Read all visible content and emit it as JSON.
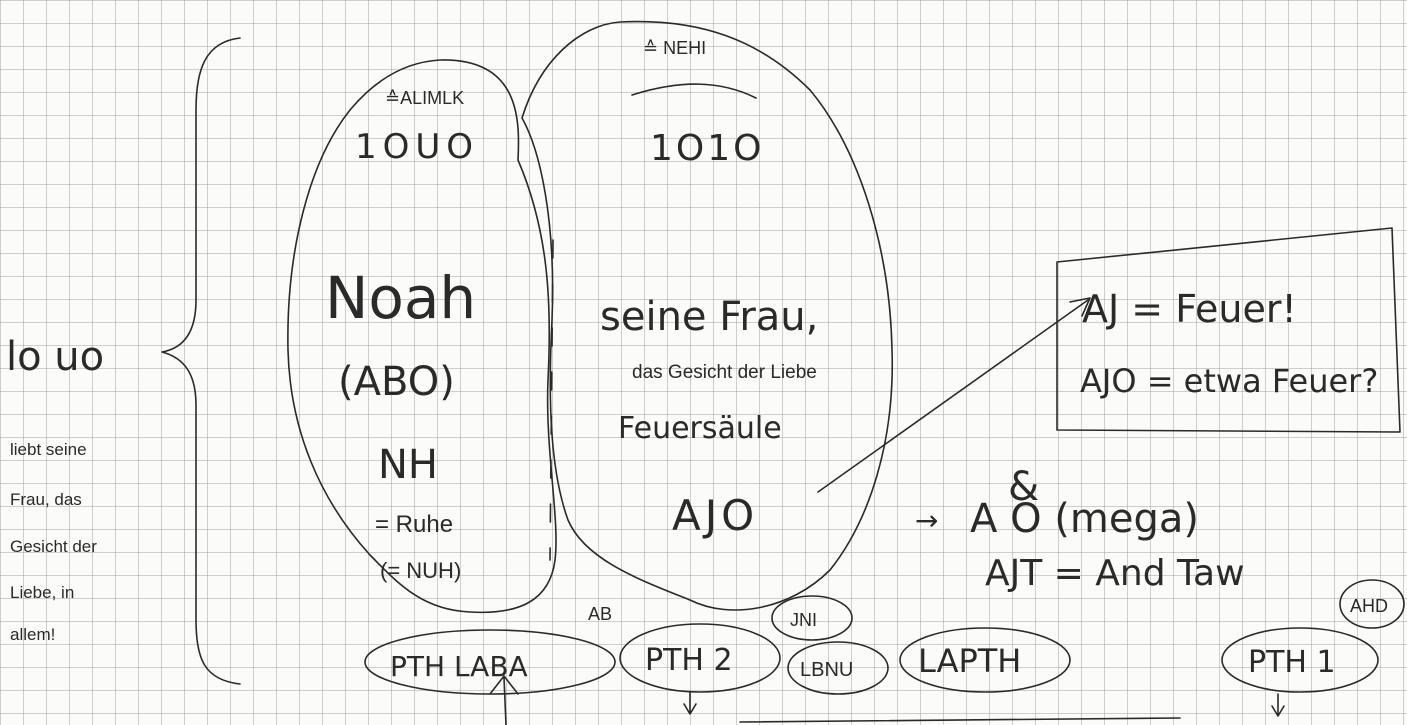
{
  "left_note": {
    "code": "lo uo",
    "lines": [
      "liebt seine",
      "Frau, das",
      "Gesicht der",
      "Liebe, in",
      "allem!"
    ]
  },
  "left_blob": {
    "tag": "≙ALIMLK",
    "code": "1OUO",
    "name": "Noah",
    "abbr": "(ABO)",
    "nh": "NH",
    "ruhe": "= Ruhe",
    "nuh": "(= NUH)"
  },
  "right_blob": {
    "tag": "≙ NEHI",
    "code": "1O1O",
    "line1": "seine Frau,",
    "line2": "das Gesicht der Liebe",
    "line3": "Feuersäule",
    "ajo": "AJO"
  },
  "box": {
    "line1": "AJ = Feuer!",
    "line2": "AJO = etwa Feuer?"
  },
  "right_notes": {
    "arrow": "→",
    "a_o": "A   O (mega)",
    "amp": "&",
    "ajt": "AJT = And Taw"
  },
  "bubbles": {
    "pth_laba": "PTH LABA",
    "ab": "AB",
    "pth2": "PTH 2",
    "jni": "JNI",
    "lbnu": "LBNU",
    "lapth": "LAPTH",
    "pth1": "PTH 1",
    "ahd": "AHD"
  }
}
